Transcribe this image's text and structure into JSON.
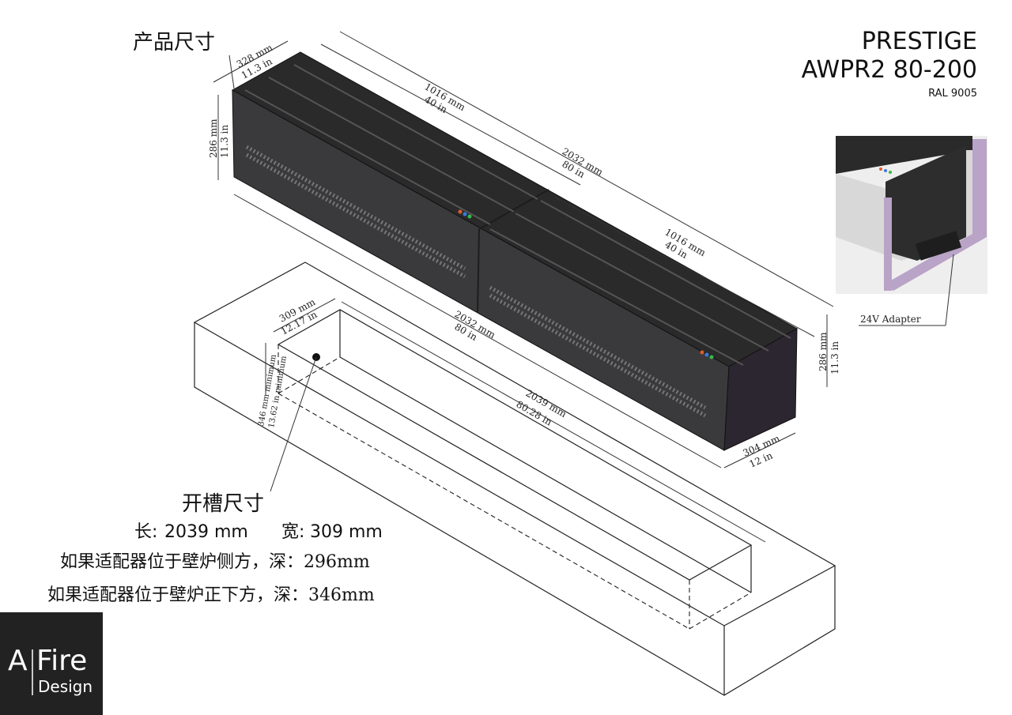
{
  "header": {
    "product_dims_label": "产品尺寸",
    "brand_line1": "PRESTIGE",
    "brand_line2": "AWPR2 80-200",
    "color_code": "RAL 9005"
  },
  "dimensions": {
    "depth_top_mm": "328 mm",
    "depth_top_in": "11.3 in",
    "height_left_mm": "286 mm",
    "height_left_in": "11.3 in",
    "half_top_mm": "1016 mm",
    "half_top_in": "40 in",
    "total_top_mm": "2032 mm",
    "total_top_in": "80 in",
    "half2_mm": "1016 mm",
    "half2_in": "40 in",
    "total_bottom_mm": "2032 mm",
    "total_bottom_in": "80 in",
    "height_right_mm": "286 mm",
    "height_right_in": "11.3 in",
    "depth_bottom_mm": "304 mm",
    "depth_bottom_in": "12 in",
    "slot_width_mm": "309 mm",
    "slot_width_in": "12.17 in",
    "slot_len_mm": "2039 mm",
    "slot_len_in": "80.28 in",
    "slot_depth_mm": "346 mm minimum",
    "slot_depth_in": "13.62 in minimum"
  },
  "inset": {
    "adapter_label": "24V Adapter"
  },
  "cutout": {
    "title": "开槽尺寸",
    "length_label": "长:",
    "length_value": "2039 mm",
    "width_label": "宽:",
    "width_value": "309 mm",
    "note_side": "如果适配器位于壁炉侧方，深：296mm",
    "note_below": "如果适配器位于壁炉正下方，深：346mm"
  },
  "logo": {
    "word_a": "A",
    "word_fire": "Fire",
    "word_design": "Design"
  },
  "colors": {
    "unit_body": "#3a3a3c",
    "unit_side": "#2c2630",
    "unit_top": "#2a2a2b",
    "logo_bg": "#222222",
    "frame_purple": "#b9a3c7"
  }
}
